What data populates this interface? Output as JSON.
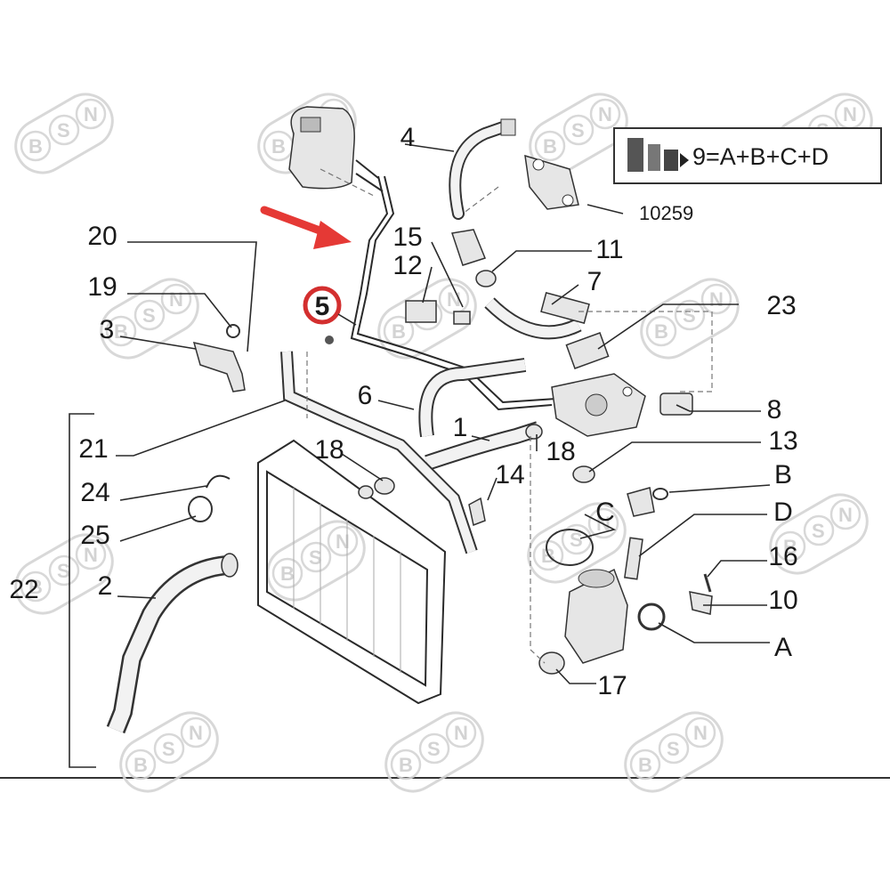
{
  "formula": {
    "text": "9=A+B+C+D",
    "icon": "parts-kit-icon"
  },
  "reference_code": "10259",
  "highlight": {
    "label": "5",
    "ring_color": "#d32f2f",
    "arrow_color": "#e53935"
  },
  "callouts": {
    "c20": "20",
    "c19": "19",
    "c3": "3",
    "c21": "21",
    "c24": "24",
    "c25": "25",
    "c22": "22",
    "c2": "2",
    "c4": "4",
    "c15": "15",
    "c12": "12",
    "c11": "11",
    "c7": "7",
    "c23": "23",
    "c6": "6",
    "c1": "1",
    "c8": "8",
    "c18a": "18",
    "c18b": "18",
    "c13": "13",
    "c14": "14",
    "cB": "B",
    "cC": "C",
    "cD": "D",
    "c16": "16",
    "c10": "10",
    "cA": "A",
    "c17": "17"
  },
  "watermark": {
    "letters": [
      "B",
      "S",
      "N"
    ],
    "color": "#cfcfcf"
  }
}
